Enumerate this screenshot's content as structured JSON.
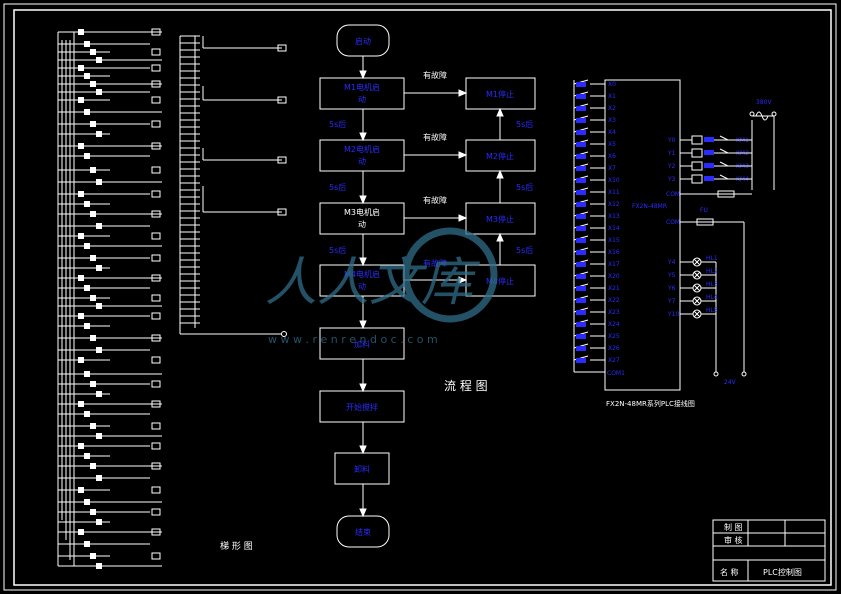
{
  "flowchart": {
    "start": "启动",
    "end": "结束",
    "left_boxes": [
      {
        "line1": "M1电机启",
        "line2": "动"
      },
      {
        "line1": "M2电机启",
        "line2": "动"
      },
      {
        "line1": "M3电机启",
        "line2": "动"
      },
      {
        "line1": "M4电机启",
        "line2": "动"
      },
      {
        "line1": "加料",
        "line2": ""
      },
      {
        "line1": "开始搅拌",
        "line2": ""
      }
    ],
    "discharge": "卸料",
    "right_boxes": [
      "M1停止",
      "M2停止",
      "M3停止",
      "M4停止"
    ],
    "fault_label": "有故障",
    "delay_label": "5s后",
    "title": "流 程 图"
  },
  "ladder": {
    "caption": "梯 形 图"
  },
  "plc": {
    "model": "FX2N-48MR",
    "caption": "FX2N-48MR系列PLC接线图",
    "com_label": "COM",
    "inputs": [
      "X0",
      "X1",
      "X2",
      "X3",
      "X4",
      "X5",
      "X6",
      "X7",
      "X10",
      "X11",
      "X12",
      "X13",
      "X14",
      "X15",
      "X16",
      "X17",
      "X20",
      "X21",
      "X22",
      "X23",
      "X24",
      "X25",
      "X26",
      "X27"
    ],
    "input_com": "COM1",
    "outputs_top": [
      "Y0",
      "Y1",
      "Y2",
      "Y3"
    ],
    "outputs_bottom": [
      "Y4",
      "Y5",
      "Y6",
      "Y7",
      "Y10"
    ],
    "km_labels": [
      "KM1",
      "KM2",
      "KM3",
      "KM4"
    ],
    "hl_labels": [
      "HL1",
      "HL2",
      "HL3",
      "HL4",
      "HL5"
    ],
    "supply_top": "380V",
    "supply_bottom": "24V",
    "fuse_label": "FU"
  },
  "watermark": {
    "brand": "人人文库",
    "url": "w w w . r e n r e n d o c . c o m"
  },
  "title_block": {
    "row1": "制 图",
    "row2": "审 核",
    "name_label": "名 称",
    "name_value": "PLC控制图"
  },
  "colors": {
    "line": "#ffffff",
    "label": "#2b2bff",
    "watermark": "#2f6e8a"
  }
}
